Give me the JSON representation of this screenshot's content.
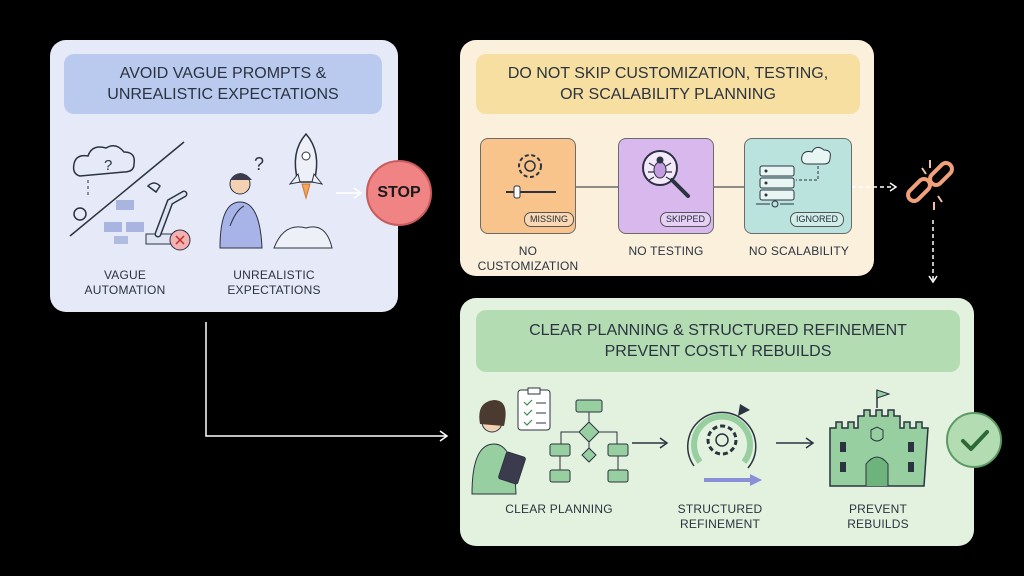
{
  "panels": {
    "avoid": {
      "banner": "AVOID VAGUE PROMPTS & UNREALISTIC EXPECTATIONS",
      "items": [
        {
          "label": "VAGUE AUTOMATION",
          "icon": "robot-arm-icon"
        },
        {
          "label": "UNREALISTIC EXPECTATIONS",
          "icon": "rocket-person-icon"
        }
      ]
    },
    "skip": {
      "banner": "DO NOT SKIP CUSTOMIZATION, TESTING, OR SCALABILITY PLANNING",
      "items": [
        {
          "label": "NO CUSTOMIZATION",
          "tag": "MISSING",
          "icon": "gear-slider-icon"
        },
        {
          "label": "NO TESTING",
          "tag": "SKIPPED",
          "icon": "bug-magnifier-icon"
        },
        {
          "label": "NO SCALABILITY",
          "tag": "IGNORED",
          "icon": "server-cloud-icon"
        }
      ]
    },
    "clear": {
      "banner": "CLEAR PLANNING & STRUCTURED REFINEMENT PREVENT COSTLY REBUILDS",
      "items": [
        {
          "label": "CLEAR PLANNING",
          "icon": "person-flowchart-icon"
        },
        {
          "label": "STRUCTURED REFINEMENT",
          "icon": "gear-cycle-icon"
        },
        {
          "label": "PREVENT REBUILDS",
          "icon": "castle-icon"
        }
      ]
    }
  },
  "stop_sign": "STOP",
  "colors": {
    "background": "#000000",
    "avoid_panel": "#e5e9f8",
    "skip_panel": "#fbf0dc",
    "clear_panel": "#e3f2df",
    "stop": "#f08383",
    "check": "#b4dcb3"
  }
}
